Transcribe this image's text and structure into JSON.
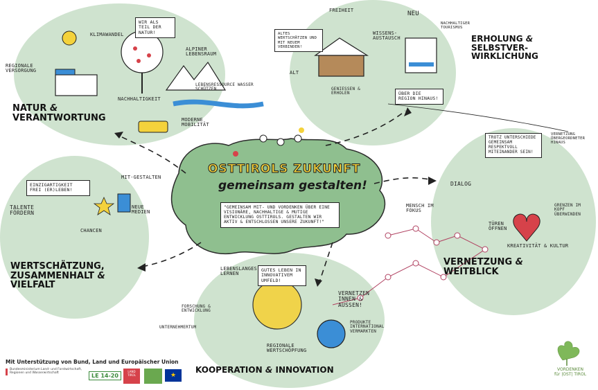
{
  "center": {
    "title_line1": "OSTTIROLS ZUKUNFT",
    "title_line2": "gemeinsam gestalten!",
    "quote": "\"GEMEINSAM MIT- UND VORDENKEN ÜBER EINE VISIONÄRE, NACHHALTIGE & MUTIGE ENTWICKLUNG OSTTIROLS. GESTALTEN WIR AKTIV & ENTSCHLOSSEN UNSERE ZUKUNFT!\""
  },
  "sections": {
    "natur": {
      "title_a": "NATUR",
      "title_b": "VERANTWORTUNG",
      "labels": [
        "KLIMAWANDEL",
        "ALPINER LEBENSRAUM",
        "REGIONALE VERSORGUNG",
        "NACHHALTIGKEIT",
        "LEBENSRESSOURCE WASSER SCHÜTZEN",
        "MODERNE MOBILITÄT"
      ],
      "bubble": "WIR ALS TEIL DER NATUR!"
    },
    "erholung": {
      "title_a": "ERHOLUNG",
      "title_b": "SELBSTVER-WIRKLICHUNG",
      "labels": [
        "FREIHEIT",
        "NEU",
        "WISSENS-AUSTAUSCH",
        "NACHHALTIGER TOURISMUS",
        "ALT",
        "GENIEßEN & ERHOLEN"
      ],
      "bubble": "ALTES WERTSCHÄTZEN UND MIT NEUEM VERBINDEN!",
      "box": "ÜBER DIE REGION HINAUS!"
    },
    "vernetzung": {
      "title_a": "VERNETZUNG",
      "title_b": "WEITBLICK",
      "labels": [
        "DIALOG",
        "MENSCH IM FOKUS",
        "VERNETZUNG ÜBERGEORDNETER HINAUS",
        "TÜREN ÖFFNEN",
        "GRENZEN IM KOPF ÜBERWINDEN",
        "KREATIVITÄT & KULTUR"
      ],
      "bubble": "TROTZ UNTERSCHIEDE GEMEINSAM RESPEKTVOLL MITEINANDER SEIN!"
    },
    "kooperation": {
      "title_a": "KOOPERATION",
      "title_b": "INNOVATION",
      "labels": [
        "LEBENSLANGES LERNEN",
        "FORSCHUNG & ENTWICKLUNG",
        "UNTERNEHMERTUM",
        "VERNETZEN INNEN & AUßEN!",
        "PRODUKTE INTERNATIONAL VERMARKTEN",
        "REGIONALE WERTSCHÖPFUNG"
      ],
      "bubble": "GUTES LEBEN IN INNOVATIVEM UMFELD!"
    },
    "wertschaetzung": {
      "title_a": "WERTSCHÄTZUNG,",
      "title_b": "ZUSAMMENHALT",
      "title_c": "VIELFALT",
      "labels": [
        "MIT-GESTALTEN",
        "TALENTE FÖRDERN",
        "NEUE MEDIEN",
        "CHANCEN"
      ],
      "bubble": "EINZIGARTIGKEIT FREI (ER)LEBEN!"
    }
  },
  "footer": {
    "support": "Mit Unterstützung von Bund, Land und Europäischer Union",
    "ministry": "Bundesministerium Land- und Forstwirtschaft, Regionen und Wasserwirtschaft",
    "le": "LE 14-20",
    "land": "LAND TIROL",
    "brand_line1": "VORDENKEN",
    "brand_line2": "für |OST| TIROL"
  },
  "colors": {
    "circle": "#cfe3cf",
    "center_blob": "#8fbf8f",
    "accent_yellow": "#f4d23c",
    "accent_red": "#d6424a",
    "accent_blue": "#3b8ed6"
  }
}
